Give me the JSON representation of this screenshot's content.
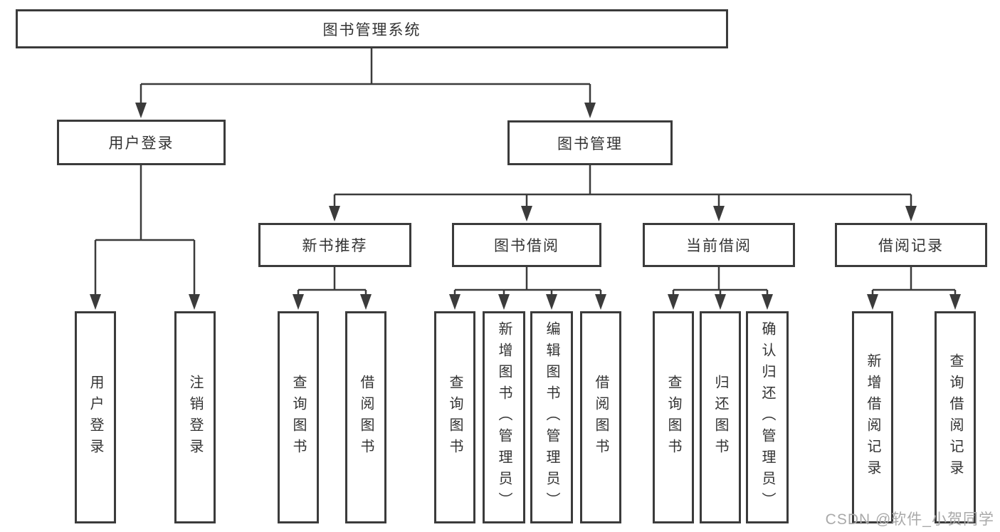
{
  "nodes": {
    "root": {
      "label": "图书管理系统"
    },
    "level2": [
      {
        "label": "用户登录"
      },
      {
        "label": "图书管理"
      }
    ],
    "level3": [
      {
        "label": "新书推荐"
      },
      {
        "label": "图书借阅"
      },
      {
        "label": "当前借阅"
      },
      {
        "label": "借阅记录"
      }
    ],
    "leaves": [
      {
        "label": "用户登录",
        "parent": "用户登录"
      },
      {
        "label": "注销登录",
        "parent": "用户登录"
      },
      {
        "label": "查询图书",
        "parent": "新书推荐"
      },
      {
        "label": "借阅图书",
        "parent": "新书推荐"
      },
      {
        "label": "查询图书",
        "parent": "图书借阅"
      },
      {
        "label": "新增图书（管理员）",
        "parent": "图书借阅"
      },
      {
        "label": "编辑图书（管理员）",
        "parent": "图书借阅"
      },
      {
        "label": "借阅图书",
        "parent": "图书借阅"
      },
      {
        "label": "查询图书",
        "parent": "当前借阅"
      },
      {
        "label": "归还图书",
        "parent": "当前借阅"
      },
      {
        "label": "确认归还（管理员）",
        "parent": "当前借阅"
      },
      {
        "label": "新增借阅记录",
        "parent": "借阅记录"
      },
      {
        "label": "查询借阅记录",
        "parent": "借阅记录"
      }
    ]
  },
  "watermark": "CSDN @软件_小贺同学",
  "colors": {
    "line": "#3b3b3b",
    "text": "#333333",
    "watermark": "#a9a9a9",
    "background": "#ffffff"
  }
}
